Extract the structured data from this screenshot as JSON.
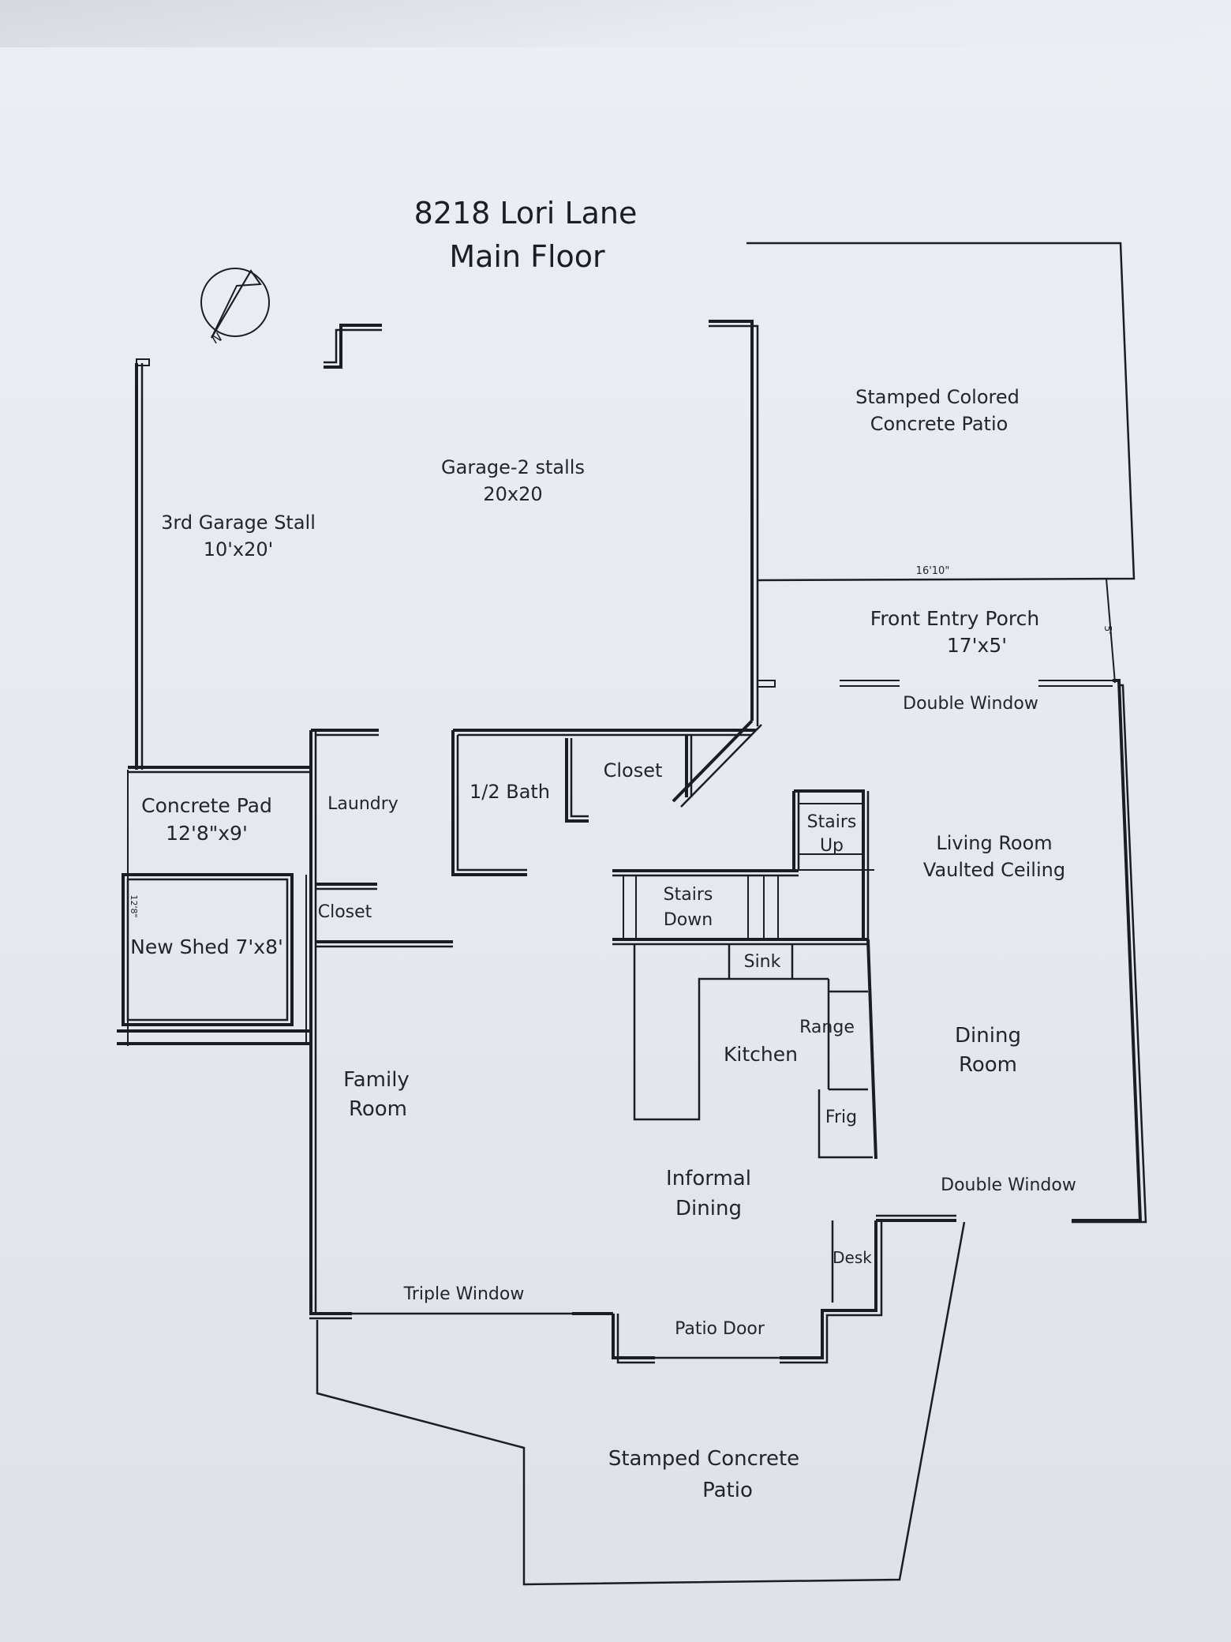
{
  "title": {
    "address": "8218 Lori Lane",
    "floor": "Main Floor"
  },
  "rooms": {
    "garage_label": "Garage-2 stalls",
    "garage_dims": "20x20",
    "third_stall_label": "3rd Garage Stall",
    "third_stall_dims": "10'x20'",
    "patio_top_line1": "Stamped Colored",
    "patio_top_line2": "Concrete Patio",
    "porch_label": "Front Entry Porch",
    "porch_dims": "17'x5'",
    "concrete_pad_label": "Concrete Pad",
    "concrete_pad_dims": "12'8\"x9'",
    "laundry": "Laundry",
    "half_bath": "1/2 Bath",
    "closet_top": "Closet",
    "closet_left": "Closet",
    "new_shed": "New Shed 7'x8'",
    "stairs_up_line1": "Stairs",
    "stairs_up_line2": "Up",
    "stairs_down_line1": "Stairs",
    "stairs_down_line2": "Down",
    "living_line1": "Living Room",
    "living_line2": "Vaulted Ceiling",
    "sink": "Sink",
    "range": "Range",
    "kitchen": "Kitchen",
    "frig": "Frig",
    "dining_line1": "Dining",
    "dining_line2": "Room",
    "family_line1": "Family",
    "family_line2": "Room",
    "informal_line1": "Informal",
    "informal_line2": "Dining",
    "desk": "Desk",
    "patio_bottom_line1": "Stamped Concrete",
    "patio_bottom_line2": "Patio"
  },
  "windows": {
    "double_window_top": "Double Window",
    "double_window_bottom": "Double Window",
    "triple_window": "Triple Window",
    "patio_door": "Patio Door"
  },
  "dimensions": {
    "porch_width": "16'10\"",
    "porch_depth": "5'",
    "shed_side": "12'8\""
  },
  "compass": {
    "icon": "north-arrow-icon",
    "letter": "N"
  }
}
